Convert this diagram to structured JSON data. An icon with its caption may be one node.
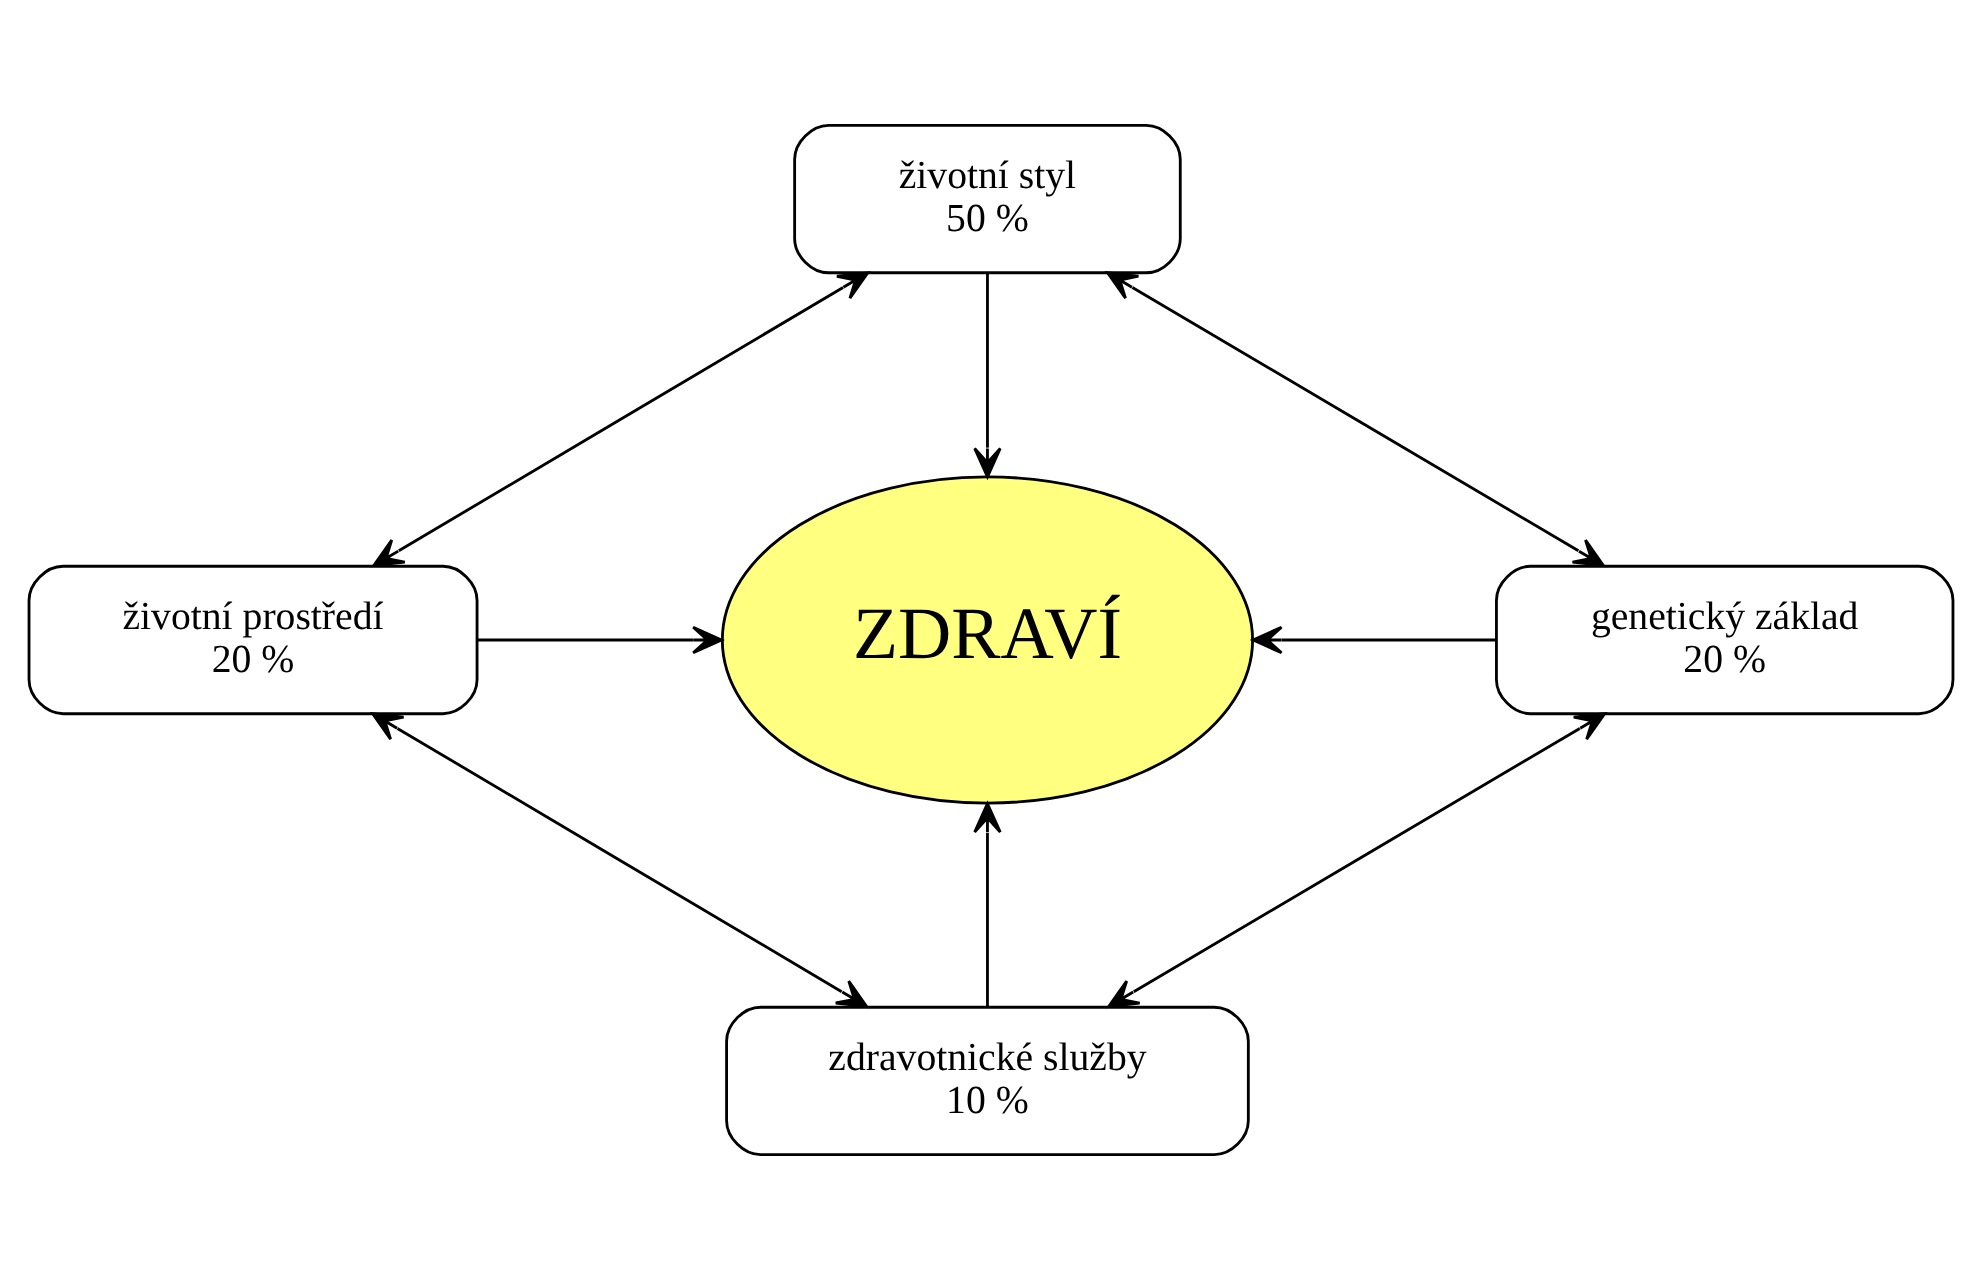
{
  "diagram": {
    "nodes": [
      {
        "text": [
          "ZDRAVÍ"
        ]
      },
      {
        "text": [
          "životní styl",
          "50 %"
        ]
      },
      {
        "text": [
          "životní prostředí",
          "20 %"
        ]
      },
      {
        "text": [
          "genetický základ",
          "20 %"
        ]
      },
      {
        "text": [
          "zdravotnické služby",
          "10 %"
        ]
      }
    ],
    "edges": [
      {
        "from": 1,
        "to": 0,
        "arrow": "to"
      },
      {
        "from": 2,
        "to": 0,
        "arrow": "to"
      },
      {
        "from": 3,
        "to": 0,
        "arrow": "to"
      },
      {
        "from": 4,
        "to": 0,
        "arrow": "to"
      },
      {
        "from": 2,
        "to": 1,
        "arrow": "both"
      },
      {
        "from": 1,
        "to": 3,
        "arrow": "both"
      },
      {
        "from": 2,
        "to": 4,
        "arrow": "both"
      },
      {
        "from": 3,
        "to": 4,
        "arrow": "both"
      }
    ]
  }
}
